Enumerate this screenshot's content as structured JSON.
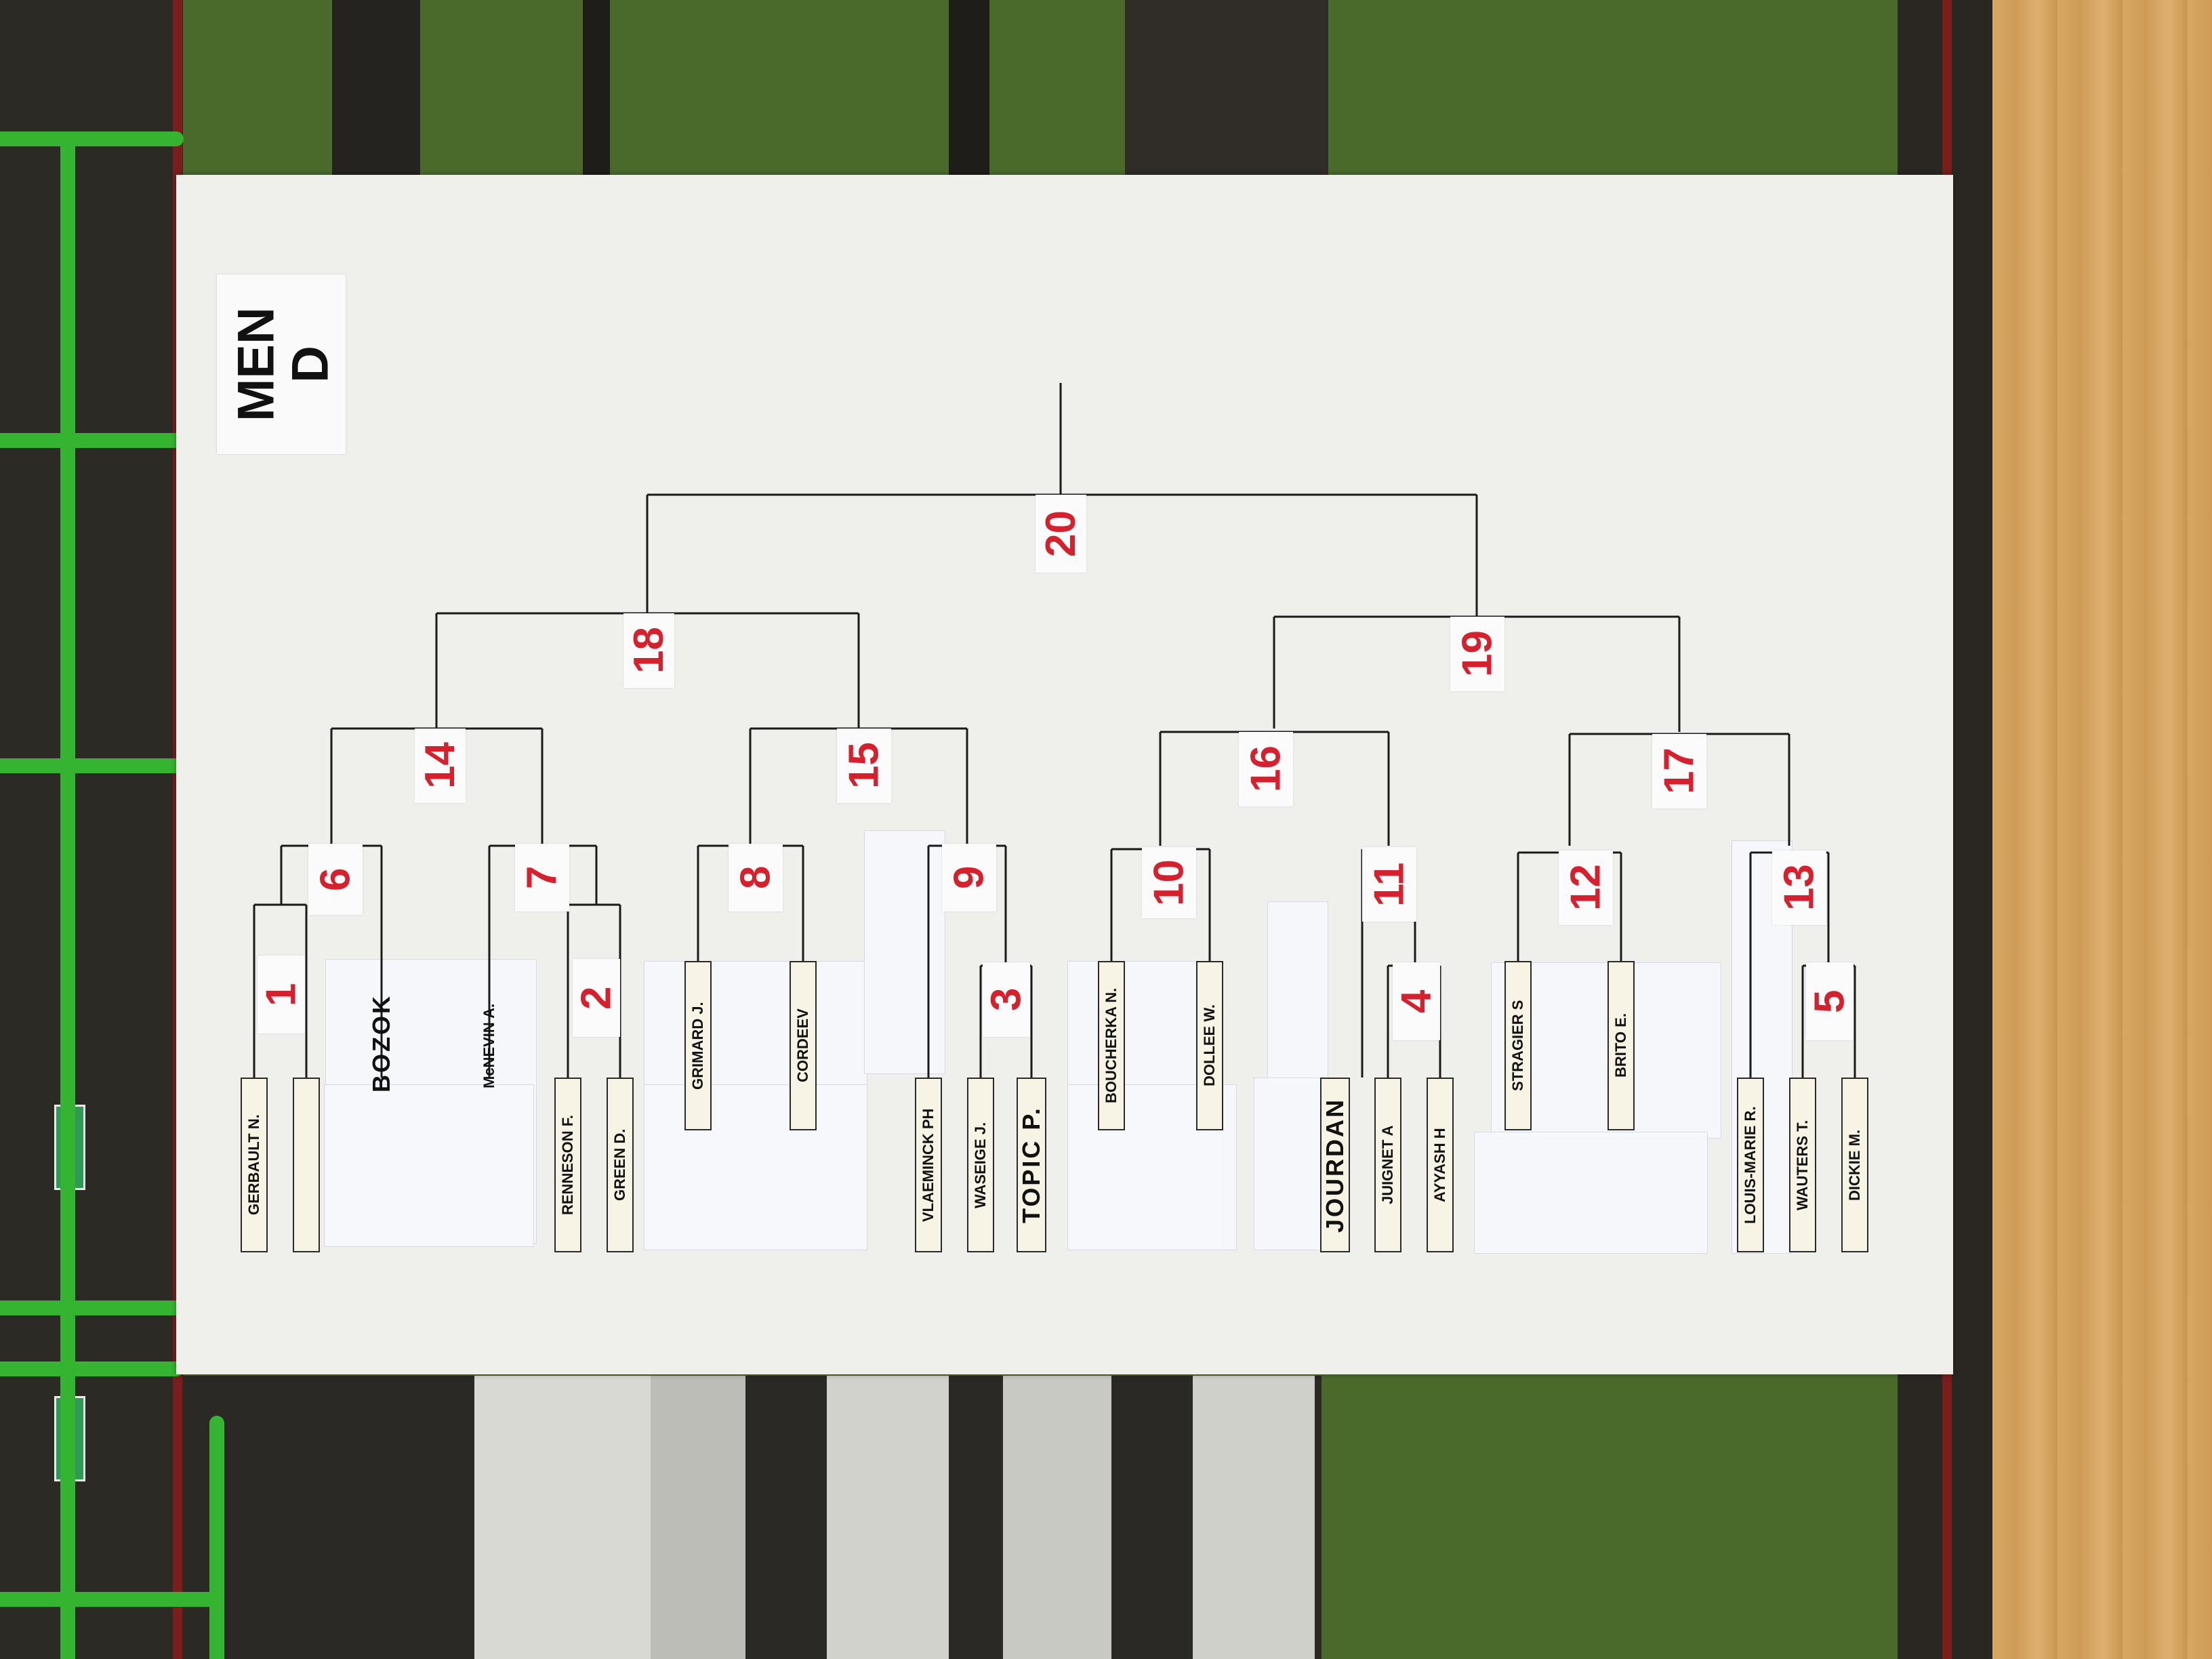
{
  "header": {
    "line1": "MEN",
    "line2": "D"
  },
  "colors": {
    "board": "#efefec",
    "gym_wall": "#4a6a2c",
    "floor": "#d6a560",
    "railing": "#35b431",
    "number_red": "#d6202e"
  },
  "draw": {
    "rounds": [
      {
        "matches": [
          {
            "number": "1"
          },
          {
            "number": "2"
          },
          {
            "number": "3"
          },
          {
            "number": "4"
          },
          {
            "number": "5"
          }
        ]
      },
      {
        "matches": [
          {
            "number": "6"
          },
          {
            "number": "7"
          },
          {
            "number": "8"
          },
          {
            "number": "9"
          },
          {
            "number": "10"
          },
          {
            "number": "11"
          },
          {
            "number": "12"
          },
          {
            "number": "13"
          }
        ]
      },
      {
        "matches": [
          {
            "number": "14"
          },
          {
            "number": "15"
          },
          {
            "number": "16"
          },
          {
            "number": "17"
          }
        ]
      },
      {
        "matches": [
          {
            "number": "18"
          },
          {
            "number": "19"
          }
        ]
      },
      {
        "matches": [
          {
            "number": "20"
          }
        ]
      }
    ],
    "players": [
      "GERBAULT  N.",
      "",
      "BOZOK",
      "McNEVIN    A.",
      "RENNESON  F.",
      "GREEN    D.",
      "GRIMARD  J.",
      "CORDEEV",
      "VLAEMINCK  PH",
      "WASEIGE  J.",
      "TOPIC   P.",
      "BOUCHERKA  N.",
      "DOLLEE    W.",
      "JOURDAN",
      "JUIGNET  A",
      "AYYASH  H",
      "STRAGIER  S",
      "BRITO  E.",
      "LOUIS-MARIE   R.",
      "WAUTERS  T.",
      "DICKIE    M."
    ]
  }
}
